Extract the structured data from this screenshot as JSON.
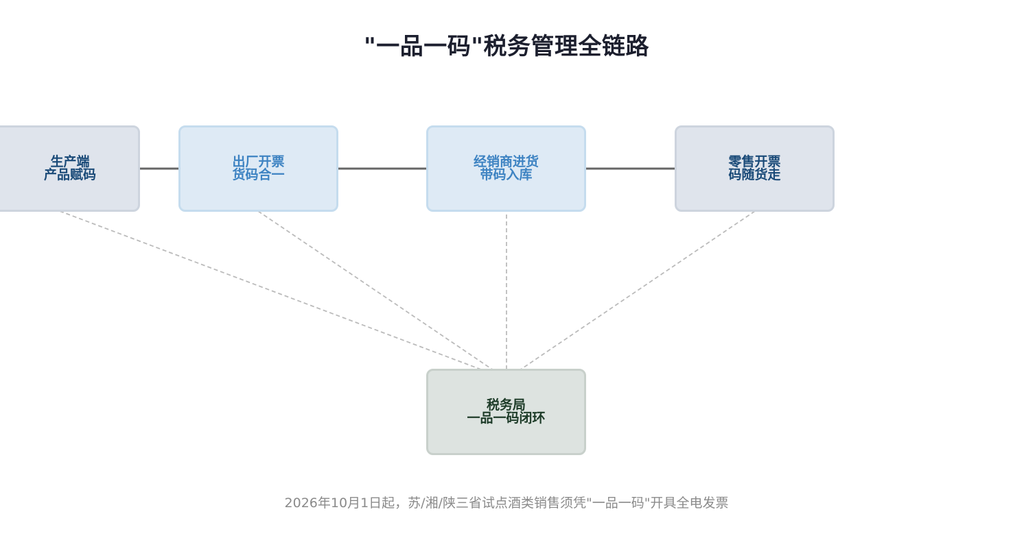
{
  "title": "\"一品一码\"税务管理全链路",
  "nodes": {
    "production": {
      "line1": "生产端",
      "line2": "产品赋码"
    },
    "factory": {
      "line1": "出厂开票",
      "line2": "货码合一"
    },
    "distributor": {
      "line1": "经销商进货",
      "line2": "带码入库"
    },
    "retail": {
      "line1": "零售开票",
      "line2": "码随货走"
    },
    "tax": {
      "line1": "税务局",
      "line2": "一品一码闭环"
    }
  },
  "footnote": "2026年10月1日起，苏/湘/陕三省试点酒类销售须凭\"一品一码\"开具全电发票",
  "colors": {
    "arrow": "#666666",
    "dashed_line": "#bbbbbb",
    "title": "#1c1f2e",
    "gray_node_fill": "#dfe4ec",
    "blue_node_fill": "#deeaf5",
    "green_node_fill": "#dde3e0"
  }
}
